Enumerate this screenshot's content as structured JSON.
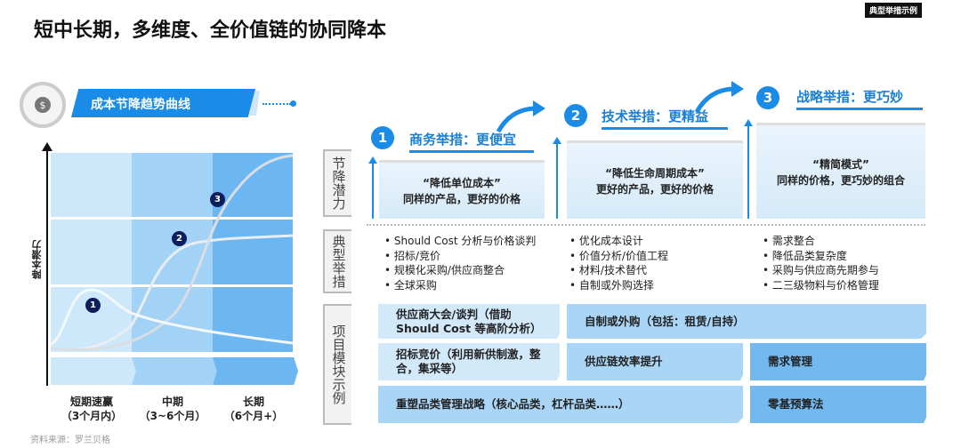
{
  "title": "短中长期，多维度、全价值链的协同降本",
  "tag": "典型举措示例",
  "curve_panel": {
    "icon": "dollar-plant-icon",
    "icon_glyph": "$",
    "banner": "成本节降趋势曲线",
    "y_label": "降本潜力",
    "markers": [
      "1",
      "2",
      "3"
    ],
    "periods": [
      {
        "name": "短期速赢",
        "range": "（3个月内）"
      },
      {
        "name": "中期",
        "range": "（3~6个月）"
      },
      {
        "name": "长期",
        "range": "（6个月+）"
      }
    ],
    "source": "资料来源：罗兰贝格"
  },
  "row_labels": {
    "potential": "节降潜力",
    "measures": "典型举措",
    "modules": "项目模块示例"
  },
  "columns": [
    {
      "num": "1",
      "title": "商务举措：更便宜",
      "quote": "“降低单位成本”",
      "desc": "同样的产品，更好的价格",
      "bullets": [
        "Should Cost 分析与价格谈判",
        "招标/竞价",
        "规模化采购/供应商整合",
        "全球采购"
      ]
    },
    {
      "num": "2",
      "title": "技术举措：更精益",
      "quote": "“降低生命周期成本”",
      "desc": "更好的产品，更好的价格",
      "bullets": [
        "优化成本设计",
        "价值分析/价值工程",
        "材料/技术替代",
        "自制或外购选择"
      ]
    },
    {
      "num": "3",
      "title": "战略举措：更巧妙",
      "quote": "“精简模式”",
      "desc": "同样的价格，更巧妙的组合",
      "bullets": [
        "需求整合",
        "降低品类复杂度",
        "采购与供应商先期参与",
        "二三级物料与价格管理"
      ]
    }
  ],
  "modules": {
    "r1a": "供应商大会/谈判（借助\nShould Cost 等高阶分析）",
    "r1b": "自制或外购（包括：租赁/自持）",
    "r2a": "招标竞价（利用新供制激，整\n合，集采等）",
    "r2b": "供应链效率提升",
    "r2c": "需求管理",
    "r3a": "重塑品类管理战略（核心品类，杠杆品类……）",
    "r3b": "零基预算法"
  }
}
